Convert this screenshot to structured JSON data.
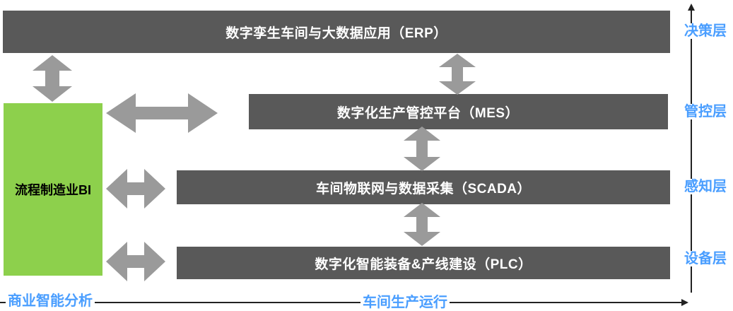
{
  "colors": {
    "page_bg": "#ffffff",
    "bar_bg": "#595959",
    "bar_text": "#ffffff",
    "bi_bg": "#8dd04c",
    "bi_text": "#000000",
    "arrow": "#9a9a9a",
    "axis_label": "#4a9eff",
    "axis_line": "#222222"
  },
  "bars": [
    {
      "id": "erp",
      "label": "数字孪生车间与大数据应用（ERP）"
    },
    {
      "id": "mes",
      "label": "数字化生产管控平台（MES）"
    },
    {
      "id": "scada",
      "label": "车间物联网与数据采集（SCADA）"
    },
    {
      "id": "plc",
      "label": "数字化智能装备&产线建设（PLC）"
    }
  ],
  "bi_box": {
    "label": "流程制造业BI"
  },
  "layer_axis": {
    "labels": [
      "决策层",
      "管控层",
      "感知层",
      "设备层"
    ]
  },
  "bottom_axis": {
    "left_label": "商业智能分析",
    "right_label": "车间生产运行"
  }
}
